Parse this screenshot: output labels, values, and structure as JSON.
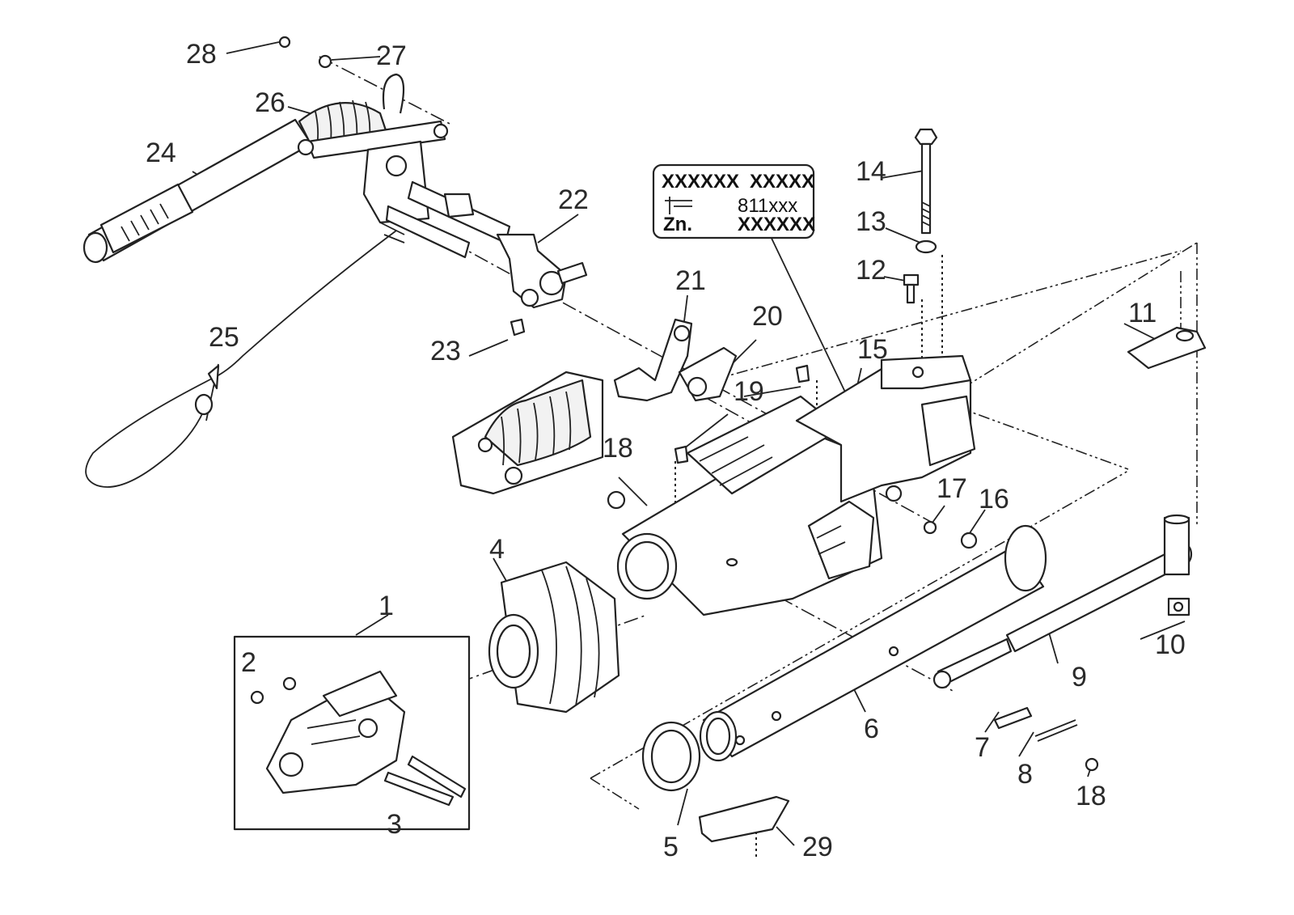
{
  "labels": {
    "p1": "1",
    "p2": "2",
    "p3": "3",
    "p4": "4",
    "p5": "5",
    "p6": "6",
    "p7": "7",
    "p8": "8",
    "p9": "9",
    "p10": "10",
    "p11": "11",
    "p12": "12",
    "p13": "13",
    "p14": "14",
    "p15": "15",
    "p16": "16",
    "p17": "17",
    "p18a": "18",
    "p18b": "18",
    "p19": "19",
    "p20": "20",
    "p21": "21",
    "p22": "22",
    "p23": "23",
    "p24": "24",
    "p25": "25",
    "p26": "26",
    "p27": "27",
    "p28": "28",
    "p29": "29"
  },
  "plate": {
    "row1_left": "XXXXXX",
    "row1_right": "XXXXX",
    "row2_right": "811xxx",
    "row3_left": "Zn.",
    "row3_right": "XXXXXX"
  }
}
